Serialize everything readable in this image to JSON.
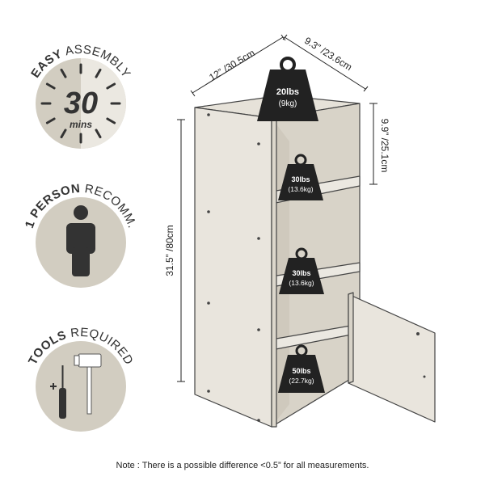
{
  "assembly": {
    "title_bold": "EASY",
    "title_rest": " ASSEMBLY",
    "minutes": "30",
    "unit": "mins"
  },
  "person": {
    "title_bold": "1 PERSON",
    "title_rest": " RECOMM."
  },
  "tools": {
    "title_bold": "TOOLS",
    "title_rest": " REQUIRED"
  },
  "dimensions": {
    "width": "12” /30.5cm",
    "depth": "9.3” /23.6cm",
    "height": "31.5” /80cm",
    "shelf_height": "9.9” /25.1cm"
  },
  "weights": {
    "top": {
      "lbs": "20lbs",
      "kg": "(9kg)"
    },
    "shelf1": {
      "lbs": "30lbs",
      "kg": "(13.6kg)"
    },
    "shelf2": {
      "lbs": "30lbs",
      "kg": "(13.6kg)"
    },
    "bottom": {
      "lbs": "50lbs",
      "kg": "(22.7kg)"
    }
  },
  "note": "Note : There is a possible difference <0.5” for all measurements.",
  "colors": {
    "badge": "#d2cdc1",
    "badge_light": "#ebe8e1",
    "cabinet": "#e7e3da",
    "dark": "#333333"
  }
}
